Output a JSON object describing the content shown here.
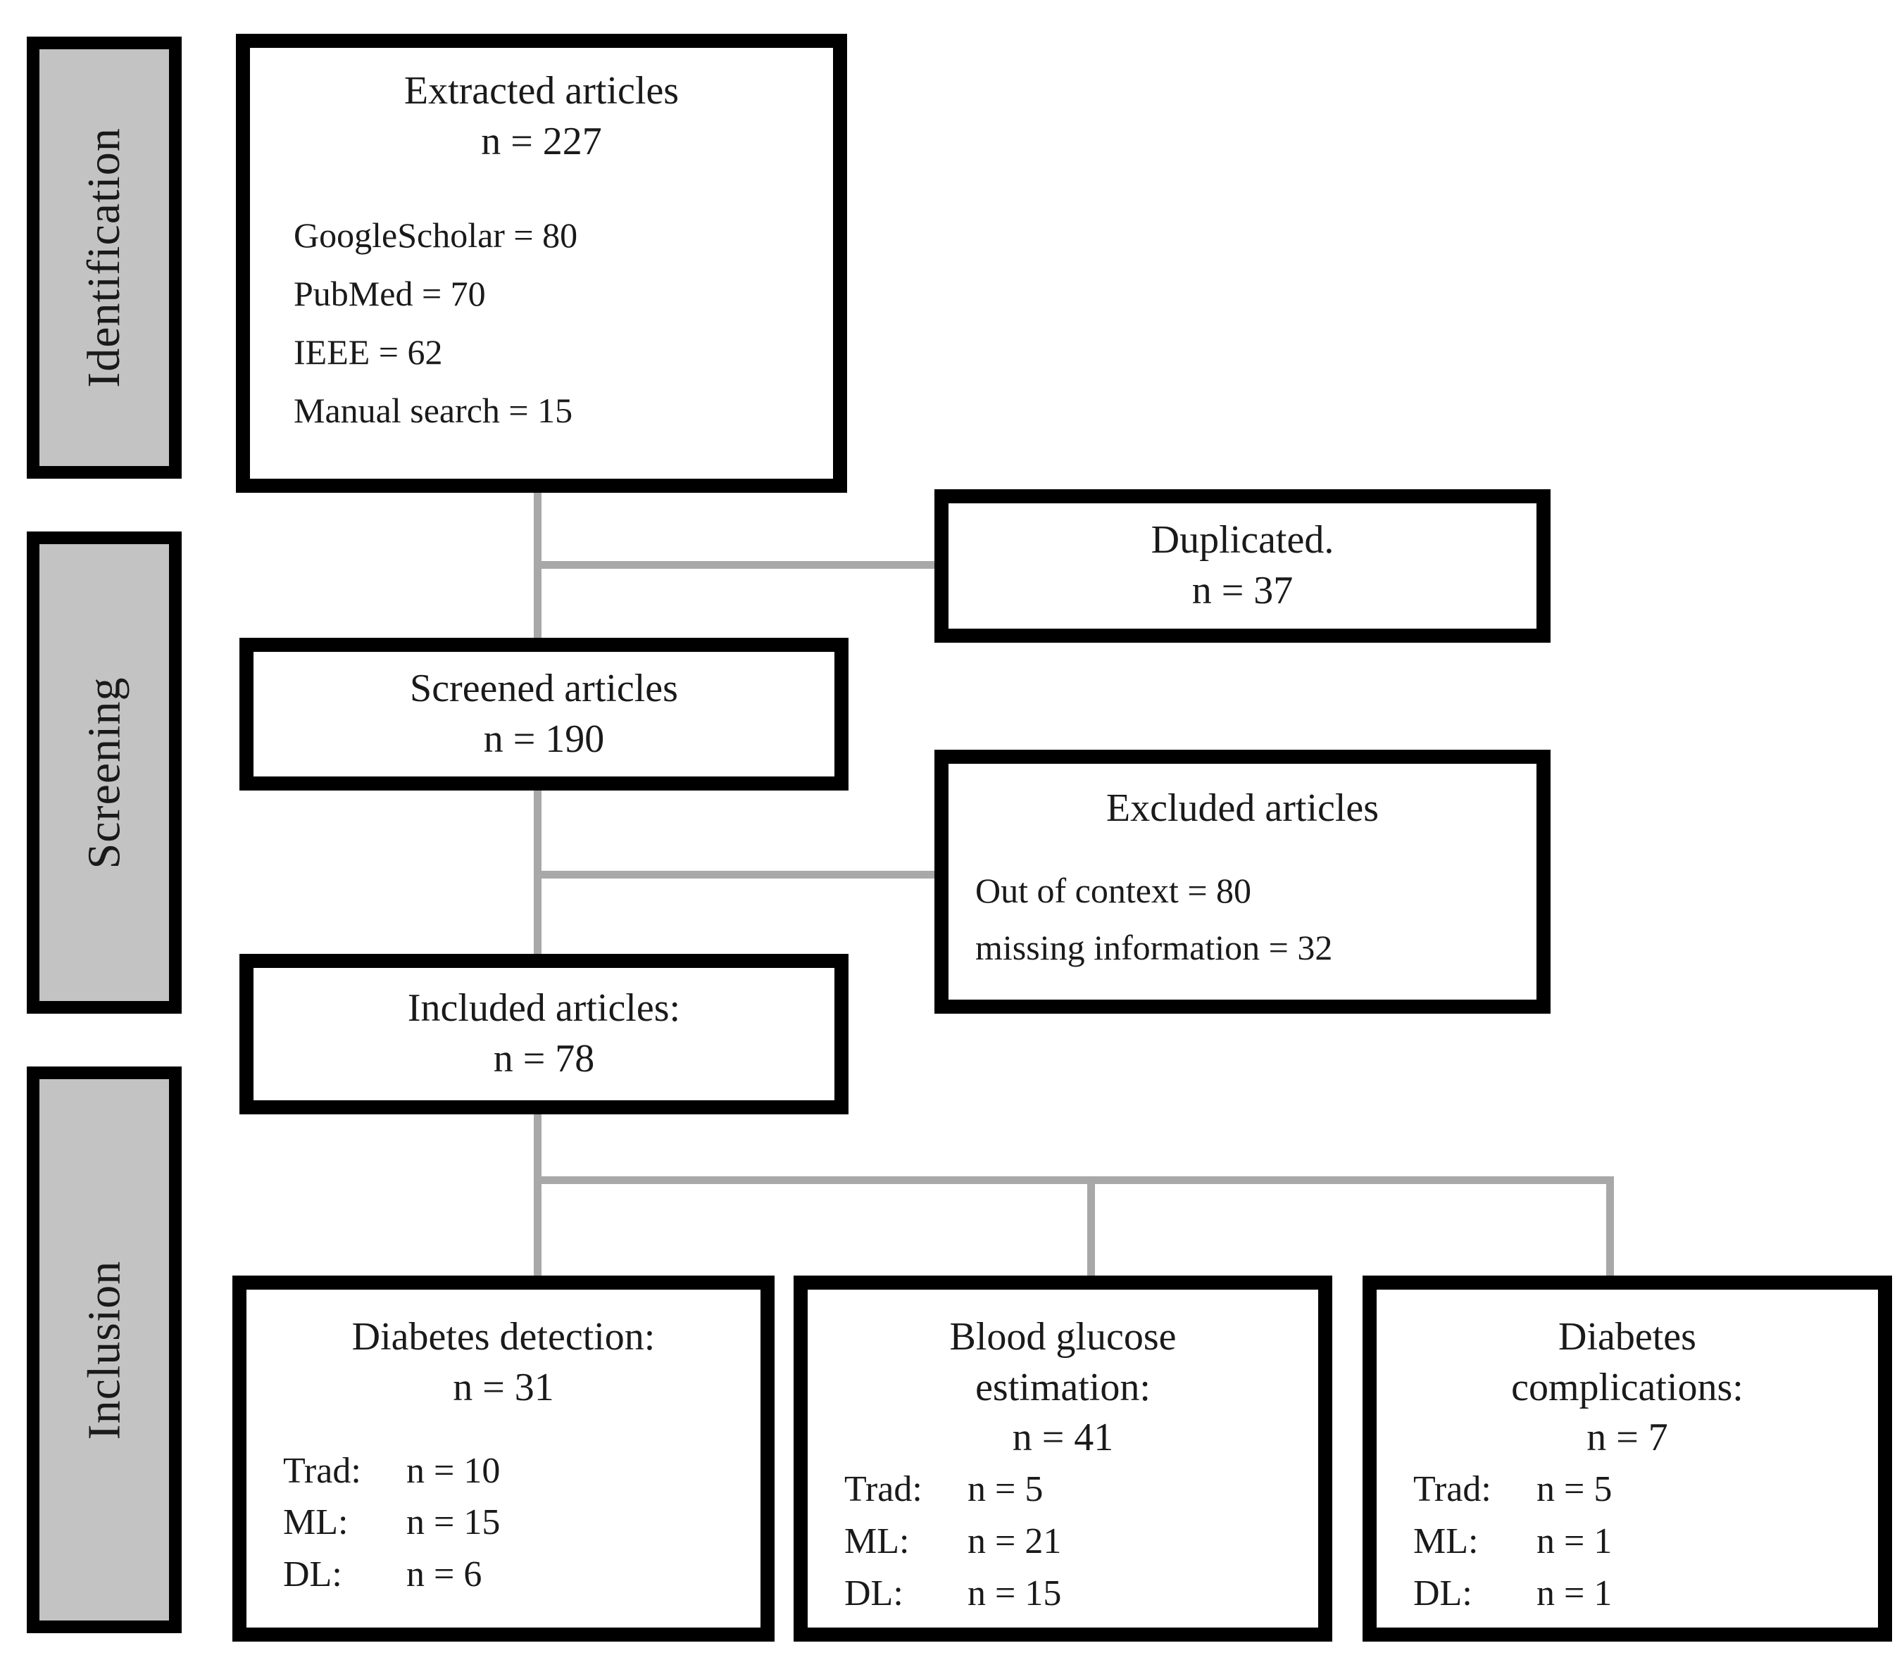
{
  "diagram": {
    "stages": [
      {
        "label": "Identification"
      },
      {
        "label": "Screening"
      },
      {
        "label": "Inclusion"
      }
    ],
    "boxes": {
      "extracted": {
        "title": "Extracted articles",
        "count": "n = 227",
        "sources": [
          "GoogleScholar = 80",
          "PubMed = 70",
          "IEEE = 62",
          "Manual search = 15"
        ]
      },
      "duplicated": {
        "title": "Duplicated.",
        "count": "n = 37"
      },
      "screened": {
        "title": "Screened articles",
        "count": "n = 190"
      },
      "excluded": {
        "title": "Excluded articles",
        "reasons": [
          "Out of context = 80",
          "missing information = 32"
        ]
      },
      "included": {
        "title": "Included articles:",
        "count": "n = 78"
      },
      "detection": {
        "title_lines": [
          "Diabetes detection:"
        ],
        "count": "n = 31",
        "stats": [
          {
            "label": "Trad:",
            "value": "n = 10"
          },
          {
            "label": "ML:",
            "value": "n = 15"
          },
          {
            "label": "DL:",
            "value": "n = 6"
          }
        ]
      },
      "glucose": {
        "title_lines": [
          "Blood glucose",
          "estimation:"
        ],
        "count": "n = 41",
        "stats": [
          {
            "label": "Trad:",
            "value": "n = 5"
          },
          {
            "label": "ML:",
            "value": "n = 21"
          },
          {
            "label": "DL:",
            "value": "n = 15"
          }
        ]
      },
      "complications": {
        "title_lines": [
          "Diabetes",
          "complications:"
        ],
        "count": "n = 7",
        "stats": [
          {
            "label": "Trad:",
            "value": "n = 5"
          },
          {
            "label": "ML:",
            "value": "n = 1"
          },
          {
            "label": "DL:",
            "value": "n = 1"
          }
        ]
      }
    },
    "colors": {
      "border": "#000000",
      "connector": "#a8a8a8",
      "stage_fill": "#c3c3c3",
      "box_fill": "#ffffff",
      "text": "#1a1a1a"
    }
  }
}
